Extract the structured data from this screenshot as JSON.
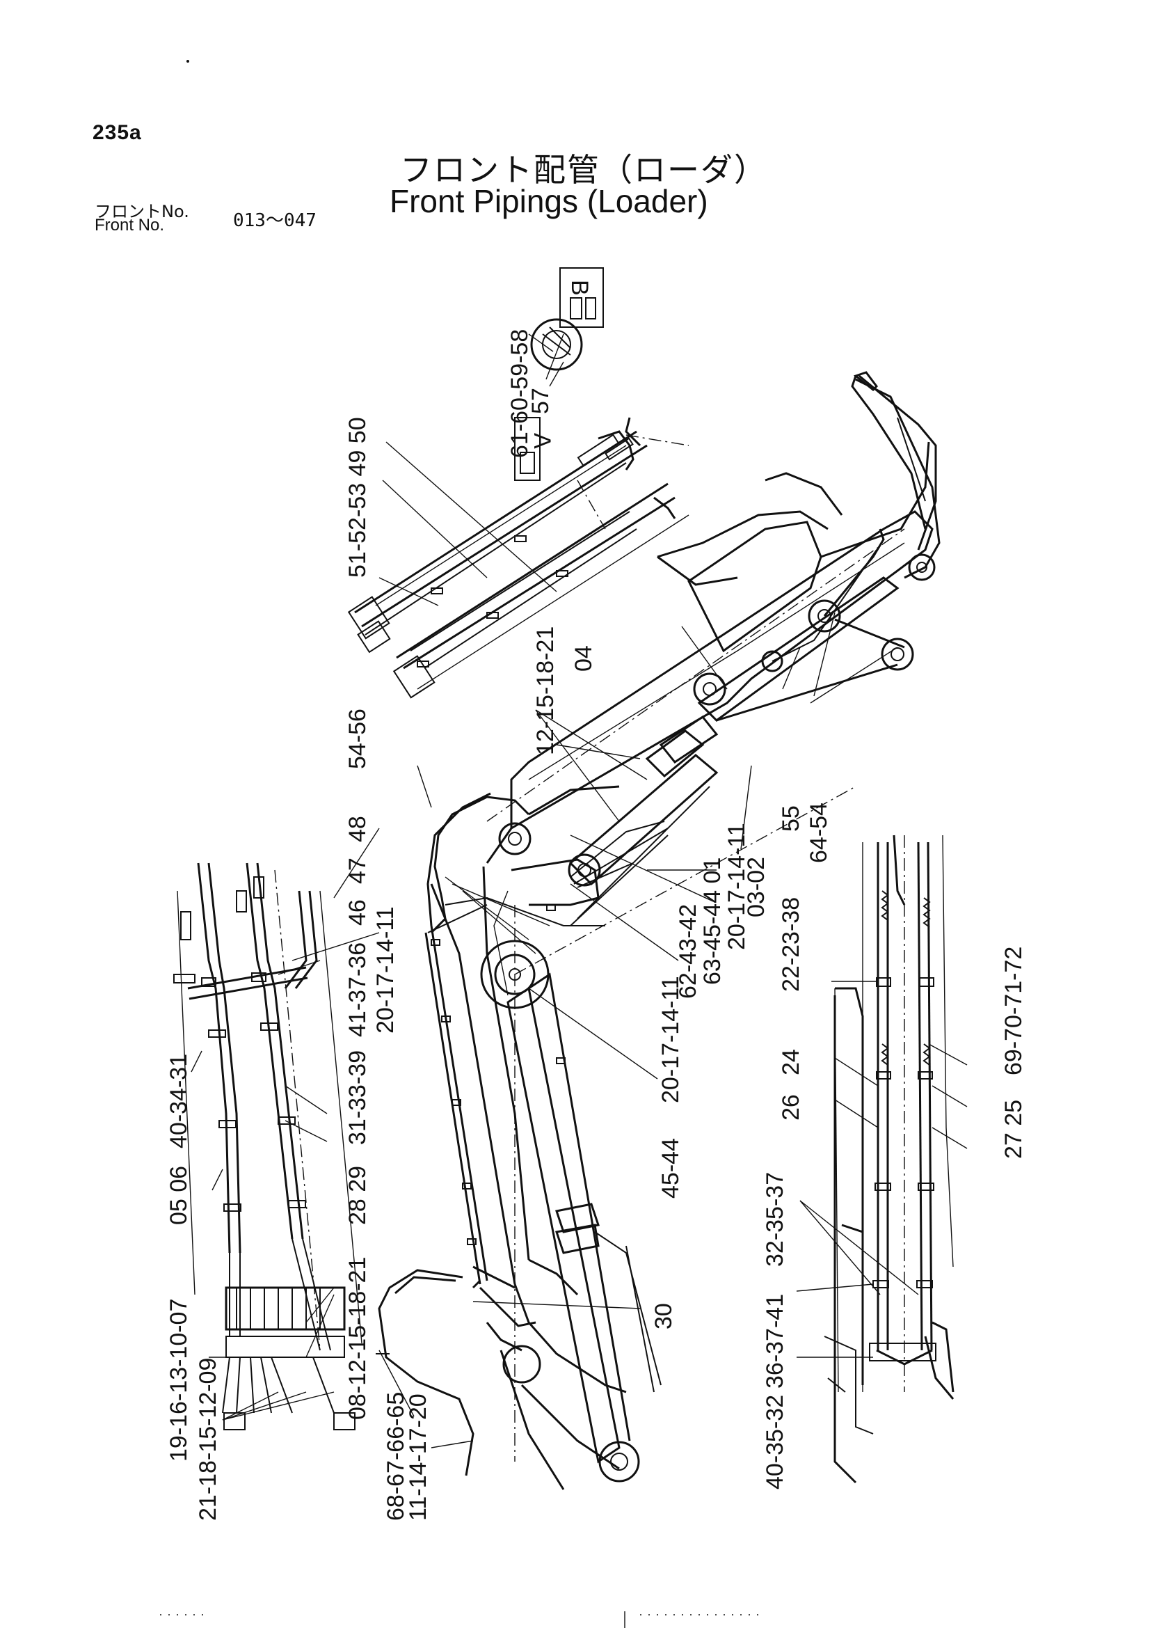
{
  "header": {
    "page_no": "235a",
    "title_jp": "フロント配管（ローダ）",
    "title_en": "Front Pipings (Loader)",
    "front_no_jp": "フロントNo.",
    "front_no_en": "Front   No.",
    "serial_range": "013～047"
  },
  "callouts": {
    "c01": "61-60-59-58",
    "c02": "57",
    "c03": "51-52-53 49 50",
    "c04": "54-56",
    "c05": "12-15-18-21",
    "c06": "04",
    "c07": "55",
    "c08": "64-54",
    "c09": "03-02",
    "c10": "20-17-14-11",
    "c11": "63-45-44 01",
    "c12": "62-43-42",
    "c13": "20-17-14-11",
    "c14": "45-44",
    "c15": "48",
    "c16": "47",
    "c17": "46",
    "c18": "41-37-36",
    "c19": "31-33-39",
    "c20": "20-17-14-11",
    "c21": "40-34-31",
    "c22": "28 29",
    "c23": "05 06",
    "c24": "08-12-15-18-21",
    "c25": "30",
    "c26": "19-16-13-10-07",
    "c27": "21-18-15-12-09",
    "c28": "68-67-66-65",
    "c29": "11-14-17-20",
    "c30": "22-23-38",
    "c31": "24",
    "c32": "26",
    "c33": "69-70-71-72",
    "c34": "27 25",
    "c35": "32-35-37",
    "c36": "36-37-41",
    "c37": "40-35-32"
  },
  "detail_tags": {
    "a_letter": "A",
    "b_letter": "B"
  }
}
